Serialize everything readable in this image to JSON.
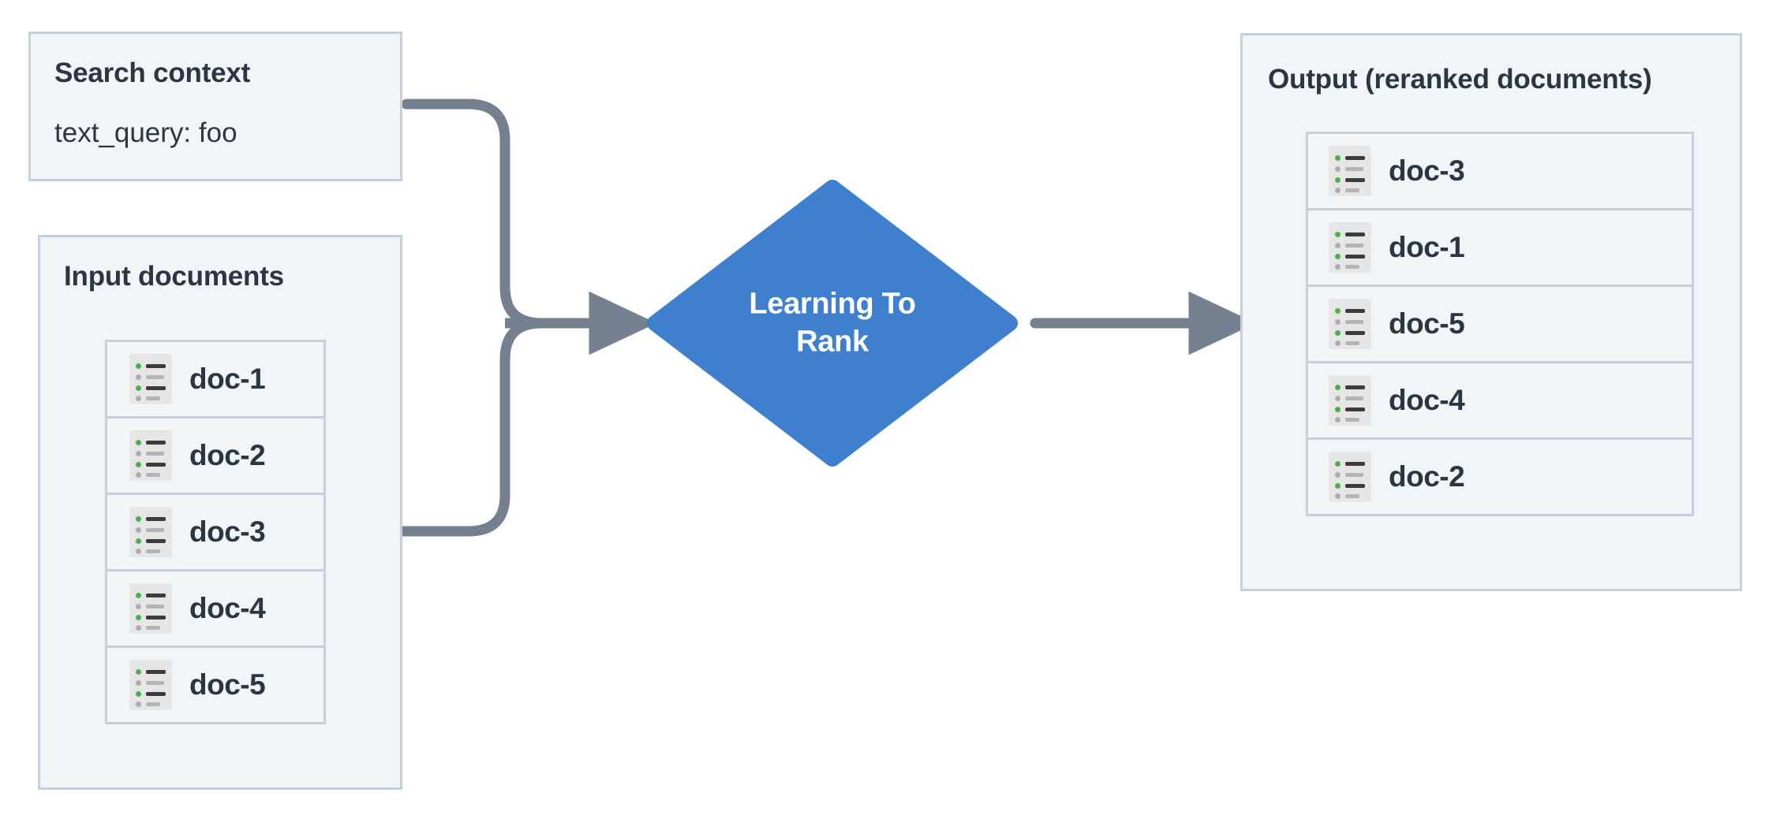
{
  "diagram": {
    "title": "Learning To Rank reranking flow",
    "colors": {
      "panel_background": "#f2f5f7",
      "panel_border": "#c5d0dc",
      "text": "#2b3642",
      "node_fill": "#3f80ce",
      "node_text": "#ffffff",
      "connector": "#74808f",
      "icon_background": "#e6e6e6",
      "icon_accent_green": "#4caf50",
      "icon_line_dark": "#3c3c3c",
      "icon_line_light": "#b4b4b4"
    }
  },
  "search_context": {
    "title": "Search context",
    "query_line": "text_query: foo"
  },
  "input_documents": {
    "title": "Input documents",
    "docs": [
      {
        "label": "doc-1",
        "icon": "document-list-icon"
      },
      {
        "label": "doc-2",
        "icon": "document-list-icon"
      },
      {
        "label": "doc-3",
        "icon": "document-list-icon"
      },
      {
        "label": "doc-4",
        "icon": "document-list-icon"
      },
      {
        "label": "doc-5",
        "icon": "document-list-icon"
      }
    ]
  },
  "process_node": {
    "label_line_1": "Learning To",
    "label_line_2": "Rank",
    "shape": "diamond"
  },
  "output_documents": {
    "title": "Output (reranked documents)",
    "docs": [
      {
        "label": "doc-3",
        "icon": "document-list-icon"
      },
      {
        "label": "doc-1",
        "icon": "document-list-icon"
      },
      {
        "label": "doc-5",
        "icon": "document-list-icon"
      },
      {
        "label": "doc-4",
        "icon": "document-list-icon"
      },
      {
        "label": "doc-2",
        "icon": "document-list-icon"
      }
    ]
  },
  "connectors": [
    {
      "name": "search-context-to-ltr",
      "from": "search_context",
      "to": "process_node",
      "style": "elbow-arrow"
    },
    {
      "name": "input-documents-to-ltr",
      "from": "input_documents",
      "to": "process_node",
      "style": "elbow-arrow"
    },
    {
      "name": "ltr-to-output",
      "from": "process_node",
      "to": "output_documents",
      "style": "straight-arrow"
    }
  ]
}
